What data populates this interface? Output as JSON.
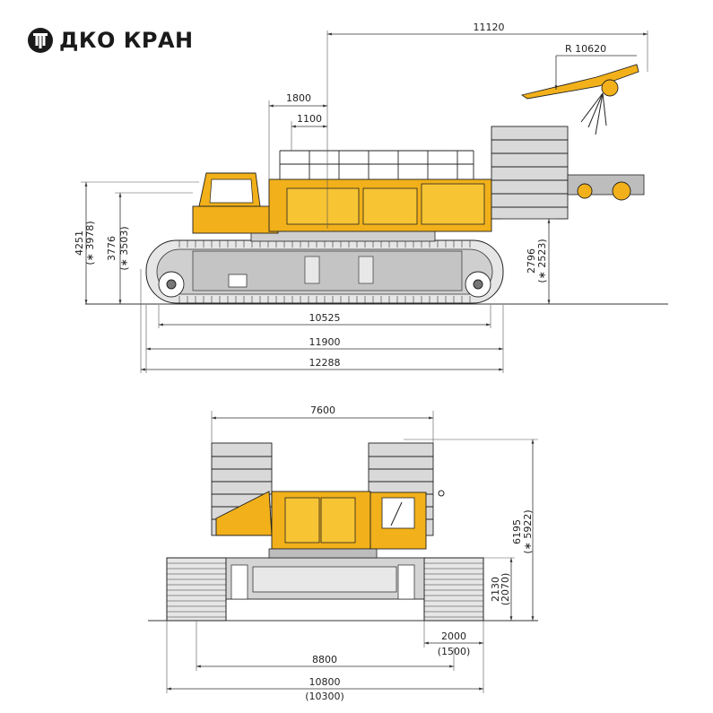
{
  "brand": {
    "name": "ДКО КРАН",
    "accent": "#f2b11a",
    "icon": "crane-logo-icon"
  },
  "side_view": {
    "overall_radius": "11120",
    "tail_radius": "R  10620",
    "dim_1800": "1800",
    "dim_1100": "1100",
    "height_cab": "4251",
    "height_cab_alt": "(∗ 3978)",
    "height_deck": "3776",
    "height_deck_alt": "(∗ 3503)",
    "height_counterweight": "2796",
    "height_counterweight_alt": "(∗ 2523)",
    "track_ground": "10525",
    "track_length": "11900",
    "overall_length": "12288"
  },
  "front_view": {
    "counterweight_span": "7600",
    "total_height": "6195",
    "total_height_alt": "(∗ 5922)",
    "track_height": "2130",
    "track_height_alt": "(2070)",
    "track_width": "2000",
    "track_width_alt": "(1500)",
    "track_gauge": "8800",
    "overall_width": "10800",
    "overall_width_alt": "(10300)"
  }
}
